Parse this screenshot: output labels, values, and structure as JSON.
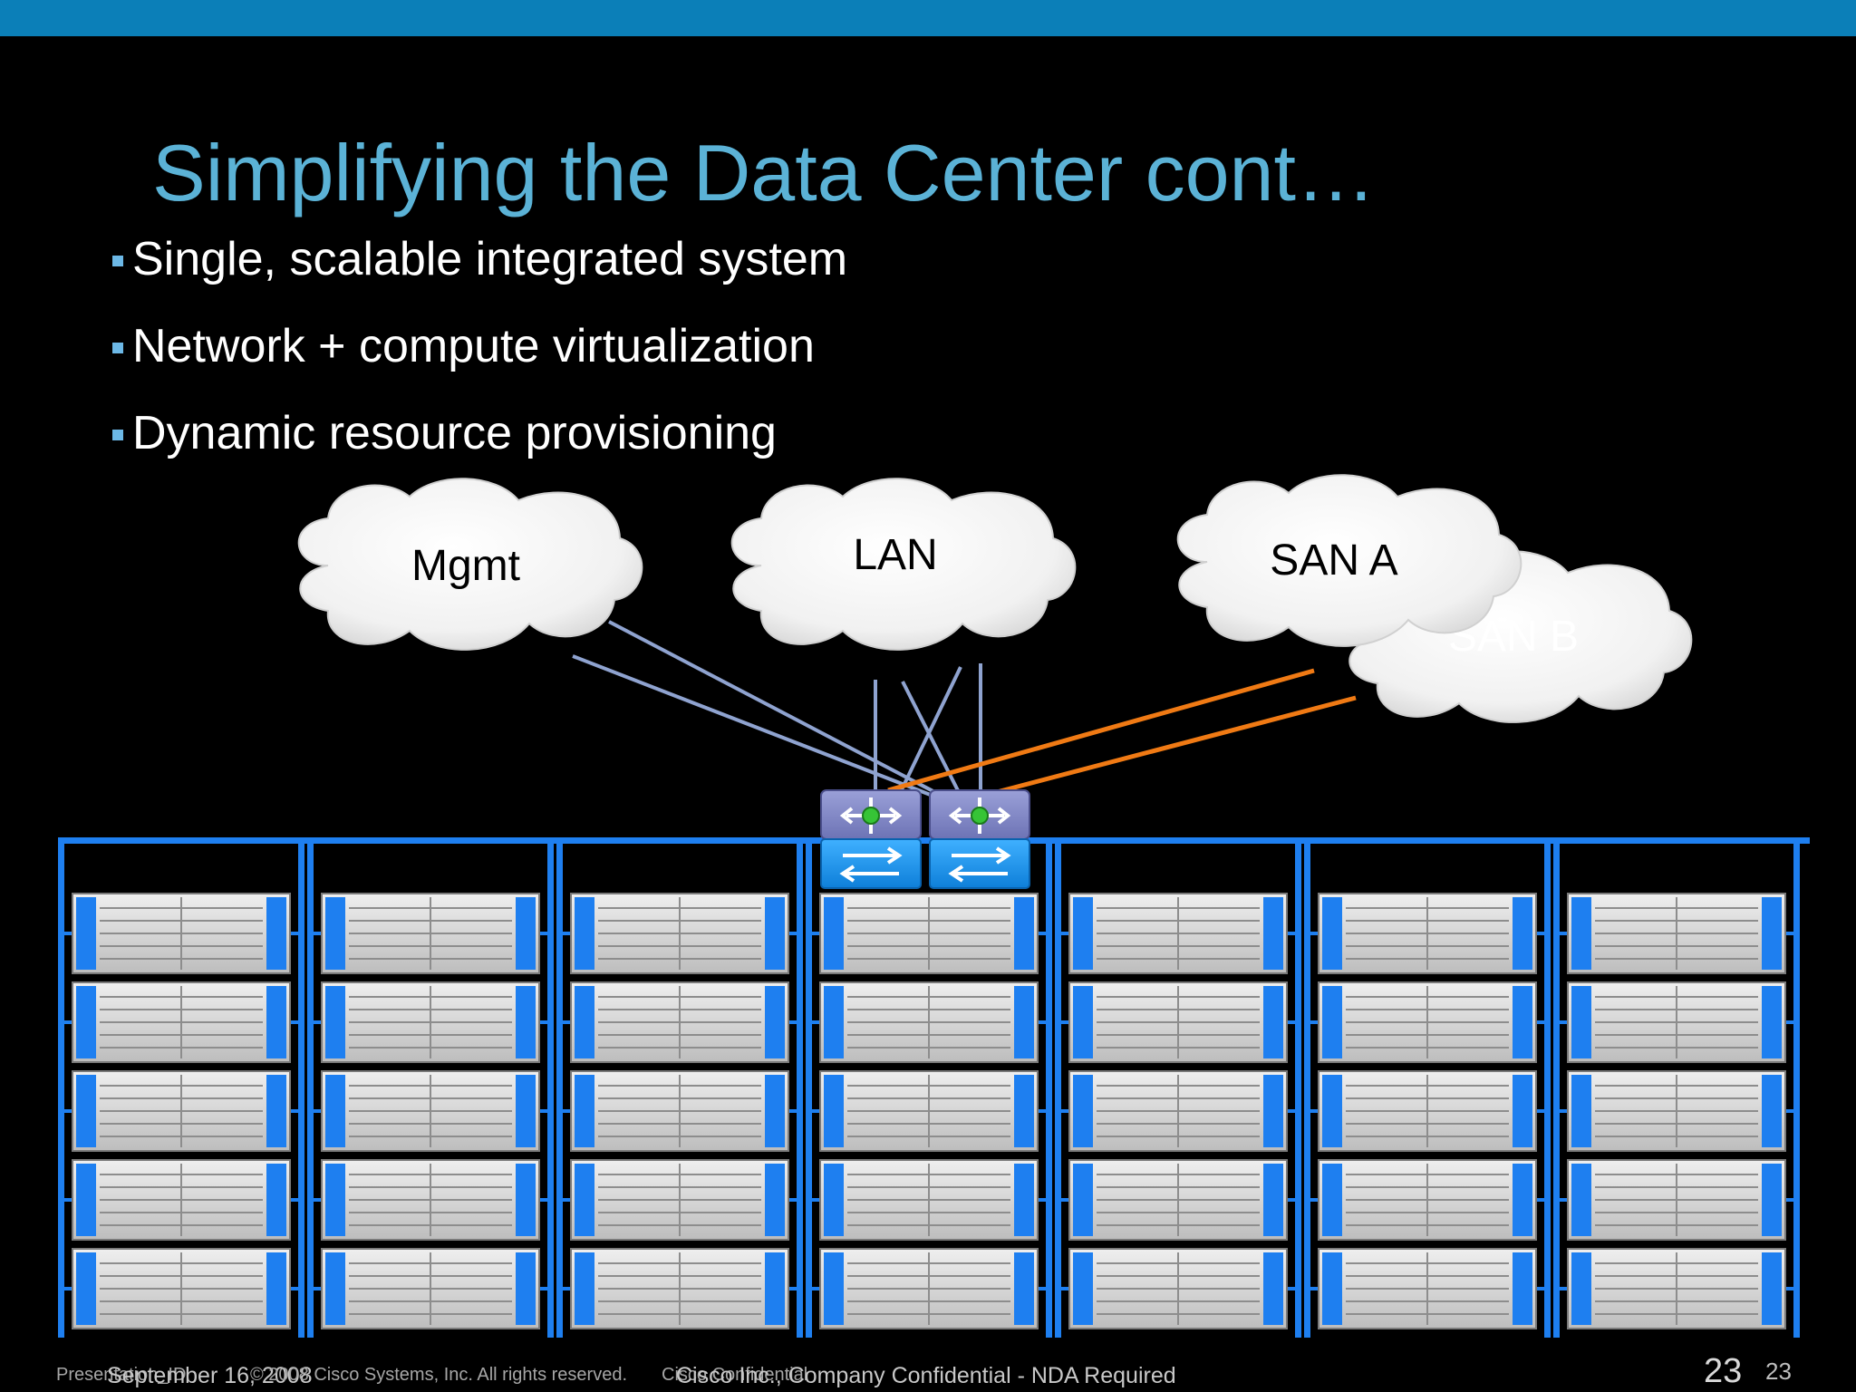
{
  "header_bar_color": "#0b7fb8",
  "slide": {
    "title": "Simplifying the Data Center cont…",
    "bullets": [
      "Single, scalable integrated system",
      "Network + compute virtualization",
      "Dynamic resource provisioning"
    ]
  },
  "diagram": {
    "clouds": [
      {
        "id": "mgmt",
        "label": "Mgmt"
      },
      {
        "id": "lan",
        "label": "LAN"
      },
      {
        "id": "san-a",
        "label": "SAN A"
      },
      {
        "id": "san-b",
        "label": "SAN B"
      }
    ],
    "link_colors": {
      "lan": "#8fa3d0",
      "san": "#f07a14"
    },
    "rack_color": "#1e7ff0",
    "rack_count": 7,
    "servers_per_rack": 5,
    "switch_icons": [
      "fabric-switch-icon",
      "fabric-switch-icon"
    ]
  },
  "footer": {
    "date": "September 16, 2008",
    "presentation_id": "Presentation_ID",
    "copyright": "© 2008 Cisco Systems, Inc. All rights reserved.",
    "confidential": "Cisco Confidential",
    "company_confidential": "Cisco Inc., Company Confidential - NDA Required",
    "page_number": "23",
    "page_number_small": "23"
  }
}
